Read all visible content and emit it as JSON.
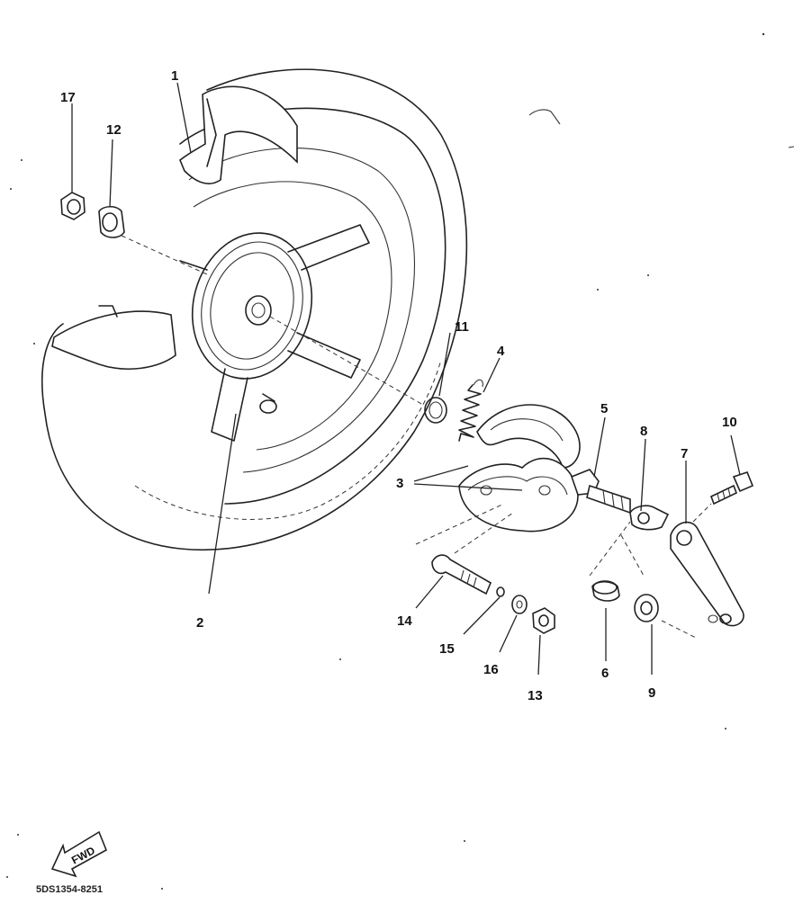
{
  "callouts": {
    "c1": "1",
    "c2": "2",
    "c3": "3",
    "c4": "4",
    "c5": "5",
    "c6": "6",
    "c7": "7",
    "c8": "8",
    "c9": "9",
    "c10": "10",
    "c11": "11",
    "c12": "12",
    "c13": "13",
    "c14": "14",
    "c15": "15",
    "c16": "16",
    "c17": "17"
  },
  "fwd_label": "FWD",
  "drawing_code": "5DS1354-8251"
}
